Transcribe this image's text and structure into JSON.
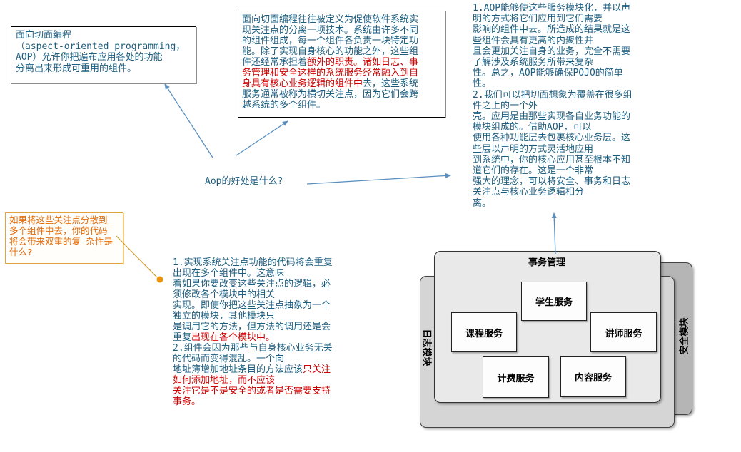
{
  "colors": {
    "teal": "#1C5E80",
    "red": "#CC0000",
    "orange": "#E36C0A",
    "orange_border": "#E0A33E",
    "gold": "#C9992E",
    "dot": "#E8940E",
    "arrow": "#5B8FBE",
    "panel_main": "#E9E9E9",
    "panel_log": "#D5D5D5",
    "panel_security": "#B5B5B5"
  },
  "question": {
    "text": "Aop的好处是什么?"
  },
  "notes": {
    "definition_short": {
      "segments": [
        {
          "t": "面向切面编程\n（aspect-oriented programming，\nAOP）允许你把遍布应用各处的功能\n分离出来形成可重用的组件。",
          "c": "teal"
        }
      ]
    },
    "definition_long": {
      "segments": [
        {
          "t": "面向切面编程往往被定义为促使软件系统实\n现关注点的分离一项技术。系统由许多不同\n的组件组成，每一个组件各负责一块特定功\n能。除了实现自身核心的功能之外，这些组\n件还经常承担着",
          "c": "teal"
        },
        {
          "t": "额外的职责。诸如日志、事\n务管理和安全这样的系统服务经常融入到自\n身具有核心业务逻辑的组件中",
          "c": "red"
        },
        {
          "t": "去，这些系统\n服务通常被称为横切关注点，因为它们会跨\n越系统的多个组件。",
          "c": "teal"
        }
      ]
    },
    "benefits": {
      "segments": [
        {
          "t": "1.AOP能够使这些服务模块化，并以声\n明的方式将它们应用到它们需要\n影响的组件中去。所造成的结果就是这\n些组件会具有更高的内聚性并\n且会更加关注自身的业务，完全不需要\n了解涉及系统服务所带来复杂\n性。总之，AOP能够确保POJO的简单\n性。\n2.我们可以把切面想象为覆盖在很多组\n件之上的一个外\n壳。应用是由那些实现各自业务功能的\n模块组成的。借助AOP，可以\n使用各种功能层去包裹核心业务层。这\n些层以声明的方式灵活地应用\n到系统中，你的核心应用甚至根本不知\n道它们的存在。这是一个非常\n强大的理念，可以将安全、事务和日志\n关注点与核心业务逻辑相分\n离。",
          "c": "teal"
        }
      ]
    },
    "drawback_question": {
      "segments": [
        {
          "t": "如果将这些关注点分散到\n多个组件中去，你的代码\n将会带来双重的复\n杂性是什么",
          "c": "orange"
        },
        {
          "t": "?",
          "c": "orange",
          "b": true
        }
      ]
    },
    "drawbacks": {
      "segments": [
        {
          "t": "1.实现系统关注点功能的代码将会重复\n出现在多个组件中。这意味\n着如果你要改变这些关注点的逻辑，必\n须修改各个模块中的相关\n实现。即使你把这些关注点抽象为一个\n独立的模块，其他模块只\n是调用它的方法，但方法的调用还是会\n重复",
          "c": "teal"
        },
        {
          "t": "出现在各个模块中。",
          "c": "red"
        },
        {
          "t": "\n2.组件会因为那些与自身核心业务无关\n的代码而变得混乱。一个向\n地址簿增加地址条目的方法应该",
          "c": "teal"
        },
        {
          "t": "只关注\n如何添加地址，而不应该\n关注它是不是安全的或者是否需要支持\n事务。",
          "c": "red"
        }
      ]
    },
    "diagram": {
      "top_label": "事务管理",
      "left_label": "日志模块",
      "right_label": "安全模块",
      "services": [
        "学生服务",
        "课程服务",
        "讲师服务",
        "计费服务",
        "内容服务"
      ]
    }
  }
}
